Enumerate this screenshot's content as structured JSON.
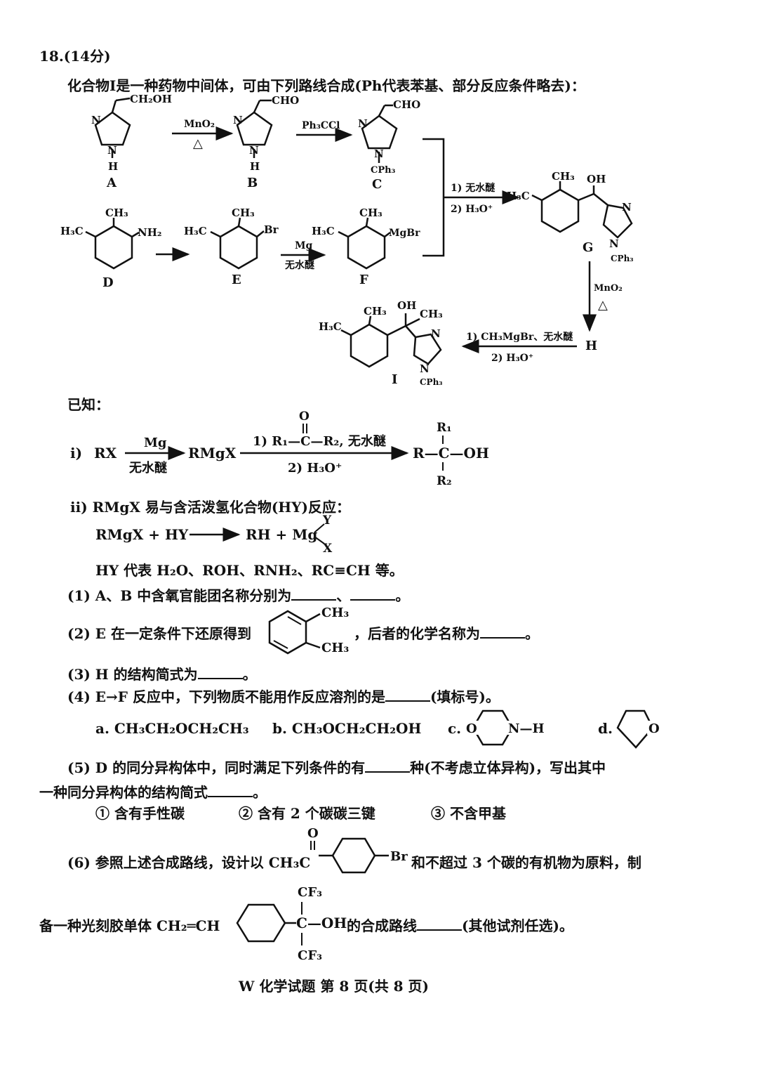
{
  "question": {
    "number": "18.(14分)",
    "intro": "化合物I是一种药物中间体，可由下列路线合成(Ph代表苯基、部分反应条件略去)："
  },
  "scheme": {
    "compounds": {
      "A": {
        "label": "A",
        "sub": "CH₂OH",
        "nh": "N",
        "h": "H",
        "n": "N"
      },
      "B": {
        "label": "B",
        "sub": "CHO",
        "nh": "N",
        "h": "H",
        "n": "N"
      },
      "C": {
        "label": "C",
        "sub": "CHO",
        "n1": "N",
        "n2": "N",
        "ph": "CPh₃"
      },
      "D": {
        "label": "D",
        "me1": "CH₃",
        "me2": "H₃C",
        "sub": "NH₂"
      },
      "E": {
        "label": "E",
        "me1": "CH₃",
        "me2": "H₃C",
        "sub": "Br"
      },
      "F": {
        "label": "F",
        "me1": "CH₃",
        "me2": "H₃C",
        "sub": "MgBr"
      },
      "G": {
        "label": "G",
        "me1": "CH₃",
        "me2": "H₃C",
        "oh": "OH",
        "n1": "N",
        "n2": "N",
        "ph": "CPh₃"
      },
      "H": {
        "label": "H"
      },
      "I": {
        "label": "I",
        "me1": "CH₃",
        "me2": "H₃C",
        "oh": "OH",
        "me3": "CH₃",
        "n1": "N",
        "n2": "N",
        "ph": "CPh₃"
      }
    },
    "arrows": {
      "a_b_top": "MnO₂",
      "a_b_bottom": "△",
      "b_c": "Ph₃CCl",
      "e_f_top": "Mg",
      "e_f_bottom": "无水醚",
      "cf_g_1": "1) 无水醚",
      "cf_g_2": "2) H₃O⁺",
      "g_h_1": "MnO₂",
      "g_h_2": "△",
      "h_i_1": "1) CH₃MgBr、无水醚",
      "h_i_2": "2) H₃O⁺"
    }
  },
  "known": {
    "title": "已知：",
    "i": {
      "num": "ⅰ)",
      "rx": "RX",
      "mg": "Mg",
      "ether": "无水醚",
      "rmgx": "RMgX",
      "o": "O",
      "step1": "1) R₁—C—R₂, 无水醚",
      "step2": "2) H₃O⁺",
      "prod_r": "R—C—OH",
      "r1": "R₁",
      "r2": "R₂"
    },
    "ii": {
      "title": "ⅱ) RMgX 易与含活泼氢化合物(HY)反应：",
      "eq_left": "RMgX + HY",
      "eq_right": "RH + Mg",
      "y": "Y",
      "x": "X",
      "note": "HY 代表 H₂O、ROH、RNH₂、RC≡CH 等。"
    }
  },
  "parts": {
    "p1": {
      "a": "(1) A、B 中含氧官能团名称分别为",
      "b": "、",
      "c": "。"
    },
    "p2": {
      "a": "(2) E 在一定条件下还原得到",
      "ch3a": "CH₃",
      "ch3b": "CH₃",
      "b": "，后者的化学名称为",
      "c": "。"
    },
    "p3": {
      "a": "(3) H 的结构简式为",
      "c": "。"
    },
    "p4": {
      "a": "(4) E→F 反应中，下列物质不能用作反应溶剂的是",
      "c": "(填标号)。",
      "opt_a": "a. CH₃CH₂OCH₂CH₃",
      "opt_b": "b. CH₃OCH₂CH₂OH",
      "opt_c": "c.",
      "opt_c_o": "O",
      "opt_c_n": "N—H",
      "opt_d": "d.",
      "opt_d_o": "O"
    },
    "p5": {
      "a": "(5) D 的同分异构体中，同时满足下列条件的有",
      "b": "种(不考虑立体异构)，写出其中",
      "c": "一种同分异构体的结构简式",
      "d": "。",
      "cond1": "① 含有手性碳",
      "cond2": "② 含有 2 个碳碳三键",
      "cond3": "③ 不含甲基"
    },
    "p6": {
      "a": "(6) 参照上述合成路线，设计以 CH₃C",
      "o": "O",
      "br": "Br",
      "b": "和不超过 3 个碳的有机物为原料，制",
      "c": "备一种光刻胶单体 CH₂═CH",
      "cf3a": "CF₃",
      "cf3b": "CF₃",
      "coh": "C—OH",
      "d": "的合成路线",
      "e": "(其他试剂任选)。"
    }
  },
  "footer": "W 化学试题  第 8 页(共 8 页)"
}
